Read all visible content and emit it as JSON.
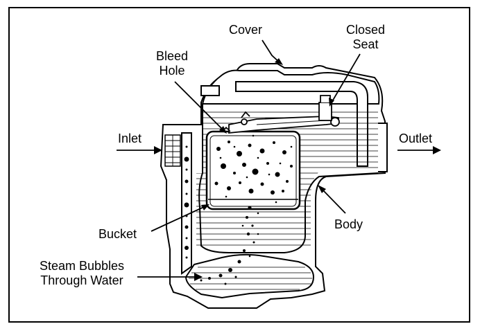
{
  "labels": {
    "cover": "Cover",
    "closed_seat_line1": "Closed",
    "closed_seat_line2": "Seat",
    "bleed_hole_line1": "Bleed",
    "bleed_hole_line2": "Hole",
    "inlet": "Inlet",
    "outlet": "Outlet",
    "body": "Body",
    "bucket": "Bucket",
    "steam_bubbles_line1": "Steam Bubbles",
    "steam_bubbles_line2": "Through Water"
  }
}
